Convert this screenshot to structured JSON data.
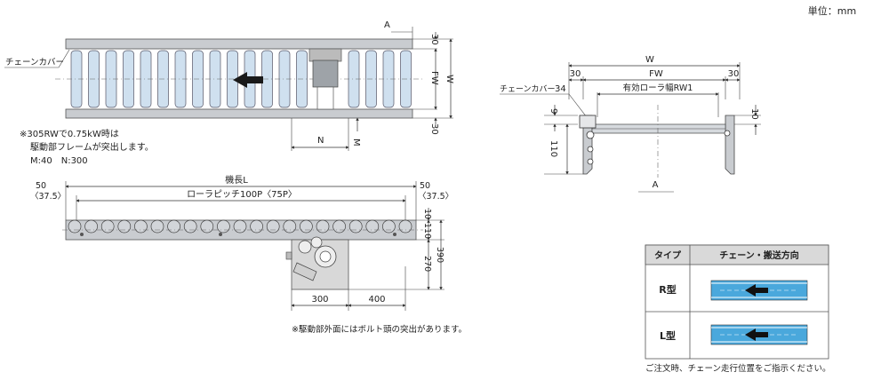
{
  "unit_label": "単位：mm",
  "top_view": {
    "chain_cover_label": "チェーンカバー",
    "dim_a": "A",
    "dim_30_top": "30",
    "dim_30_bottom": "30",
    "dim_fw": "FW",
    "dim_w": "W",
    "dim_n": "N",
    "dim_m": "M",
    "note_line1": "※305RWで0.75kW時は",
    "note_line2": "駆動部フレームが突出します。",
    "note_line3": "M:40　N:300"
  },
  "section_view": {
    "dim_w": "W",
    "dim_30_left": "30",
    "dim_fw": "FW",
    "dim_30_right": "30",
    "chain_cover_label": "チェーンカバー",
    "dim_34": "34",
    "effective_width_label": "有効ローラ幅RW1",
    "dim_9": "9",
    "dim_110": "110",
    "dim_10": "10",
    "section_label": "A"
  },
  "side_view": {
    "length_label": "機長L",
    "pitch_label": "ローラピッチ100P〈75P〉",
    "dim_50_left": "50",
    "dim_375_left": "〈37.5〉",
    "dim_50_right": "50",
    "dim_375_right": "〈37.5〉",
    "dim_10": "10",
    "dim_110": "110",
    "dim_270": "270",
    "dim_390": "390",
    "dim_300": "300",
    "dim_400": "400",
    "note": "※駆動部外面にはボルト頭の突出があります。"
  },
  "legend": {
    "header_type": "タイプ",
    "header_direction": "チェーン・搬送方向",
    "row_r": "R型",
    "row_l": "L型",
    "footnote": "ご注文時、チェーン走行位置をご指示ください。",
    "belt_color": "#4aa8dc",
    "arrow_color": "#111111"
  }
}
